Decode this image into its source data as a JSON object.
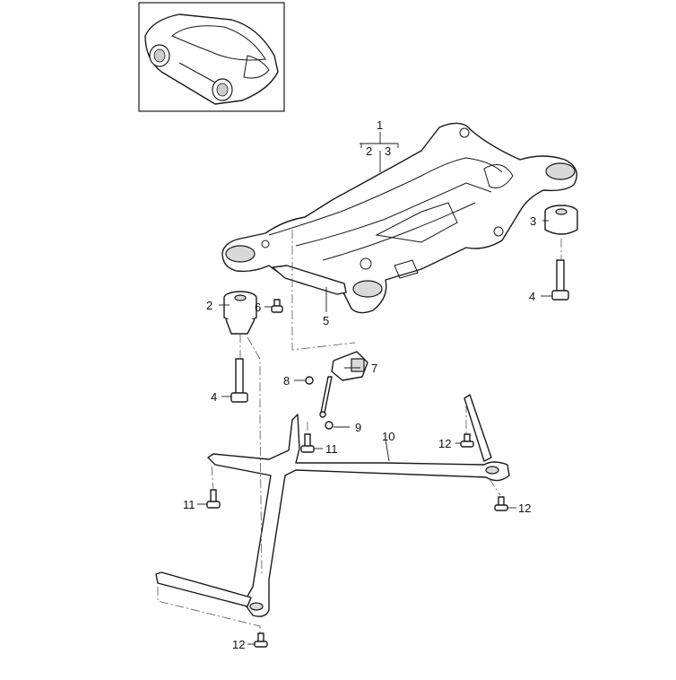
{
  "thumbnail": {
    "icon": "car-silhouette-icon"
  },
  "callouts": [
    {
      "id": "c1",
      "text": "1"
    },
    {
      "id": "c2a",
      "text": "2"
    },
    {
      "id": "c3a",
      "text": "3"
    },
    {
      "id": "c2",
      "text": "2"
    },
    {
      "id": "c3",
      "text": "3"
    },
    {
      "id": "c4a",
      "text": "4"
    },
    {
      "id": "c4b",
      "text": "4"
    },
    {
      "id": "c5",
      "text": "5"
    },
    {
      "id": "c6",
      "text": "6"
    },
    {
      "id": "c7",
      "text": "7"
    },
    {
      "id": "c8",
      "text": "8"
    },
    {
      "id": "c9",
      "text": "9"
    },
    {
      "id": "c10",
      "text": "10"
    },
    {
      "id": "c11a",
      "text": "11"
    },
    {
      "id": "c11b",
      "text": "11"
    },
    {
      "id": "c12a",
      "text": "12"
    },
    {
      "id": "c12b",
      "text": "12"
    },
    {
      "id": "c12c",
      "text": "12"
    }
  ]
}
